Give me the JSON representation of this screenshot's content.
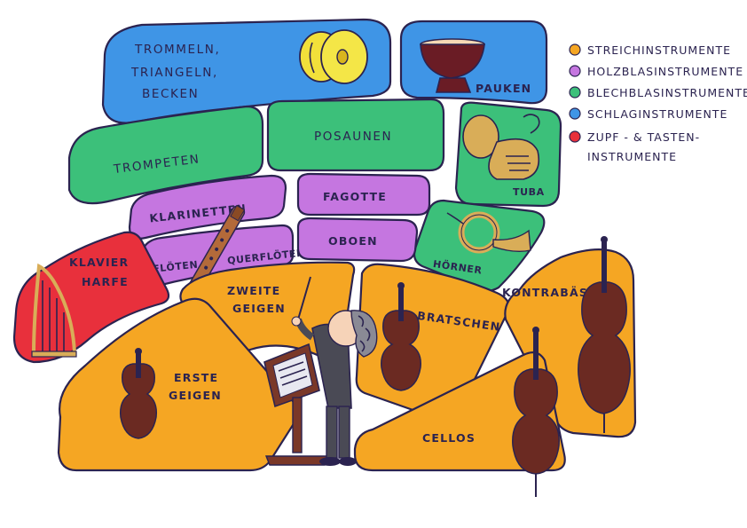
{
  "colors": {
    "strings": "#f5a623",
    "woodwinds": "#c576e0",
    "brass": "#3cc07a",
    "percussion": "#3f95e6",
    "plucked_keys": "#e8303c",
    "outline": "#2b2350",
    "instrument_wood": "#6b2a22"
  },
  "sections": {
    "percussion_drums": [
      "TROMMELN,",
      "TRIANGELN,",
      "BECKEN"
    ],
    "timpani": "PAUKEN",
    "trumpets": "TROMPETEN",
    "trombones": "POSAUNEN",
    "tuba": "TUBA",
    "clarinets": "KLARINETTEN",
    "bassoons": "FAGOTTE",
    "flutes": "FLÖTEN",
    "piccolo": "QUERFLÖTEN",
    "oboes": "OBOEN",
    "horns": "HÖRNER",
    "harp_piano": [
      "KLAVIER",
      "HARFE"
    ],
    "second_violins": [
      "ZWEITE",
      "GEIGEN"
    ],
    "violas": "BRATSCHEN",
    "double_basses": "KONTRABÄSSE",
    "first_violins": [
      "ERSTE",
      "GEIGEN"
    ],
    "cellos": "CELLOS"
  },
  "legend": [
    {
      "label": "STREICHINSTRUMENTE",
      "color": "#f5a623"
    },
    {
      "label": "HOLZBLASINSTRUMENTE",
      "color": "#c576e0"
    },
    {
      "label": "BLECHBLASINSTRUMENTE",
      "color": "#3cc07a"
    },
    {
      "label": "SCHLAGINSTRUMENTE",
      "color": "#3f95e6"
    },
    {
      "label": "ZUPF - & TASTEN-",
      "label2": "INSTRUMENTE",
      "color": "#e8303c"
    }
  ],
  "icons": [
    "cymbals-icon",
    "timpani-icon",
    "tuba-icon",
    "french-horn-icon",
    "recorder-icon",
    "harp-icon",
    "violin-icon",
    "viola-icon",
    "cello-icon",
    "double-bass-icon",
    "conductor-icon",
    "music-stand-icon"
  ]
}
